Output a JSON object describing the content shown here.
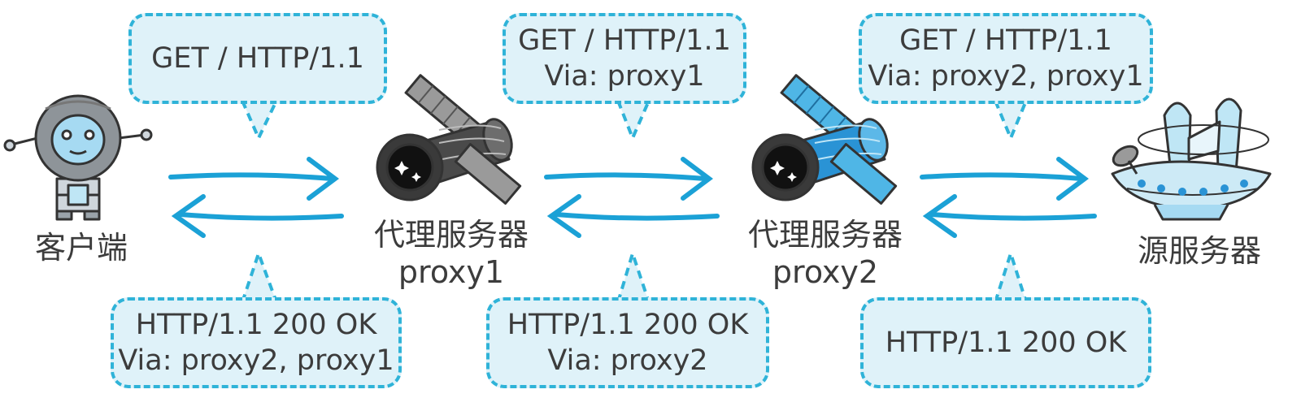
{
  "nodes": {
    "client": {
      "label": "客户端"
    },
    "proxy1": {
      "label": "代理服务器",
      "sublabel": "proxy1"
    },
    "proxy2": {
      "label": "代理服务器",
      "sublabel": "proxy2"
    },
    "origin": {
      "label": "源服务器"
    }
  },
  "requests": [
    {
      "line1": "GET / HTTP/1.1",
      "line2": ""
    },
    {
      "line1": "GET / HTTP/1.1",
      "line2": "Via: proxy1"
    },
    {
      "line1": "GET / HTTP/1.1",
      "line2": "Via: proxy2, proxy1"
    }
  ],
  "responses": [
    {
      "line1": "HTTP/1.1 200 OK",
      "line2": "Via: proxy2, proxy1"
    },
    {
      "line1": "HTTP/1.1 200 OK",
      "line2": "Via: proxy2"
    },
    {
      "line1": "HTTP/1.1 200 OK",
      "line2": ""
    }
  ],
  "colors": {
    "arrow": "#1ba1d6",
    "bubble_fill": "#dff2f9",
    "bubble_border": "#2fb3d8",
    "proxy1_accent": "#8a8a8a",
    "proxy2_accent": "#2a93d5",
    "text": "#3c3c3c"
  },
  "icons": {
    "client": "robot-icon",
    "proxy1": "satellite-gray-icon",
    "proxy2": "satellite-blue-icon",
    "origin": "ufo-server-icon"
  }
}
